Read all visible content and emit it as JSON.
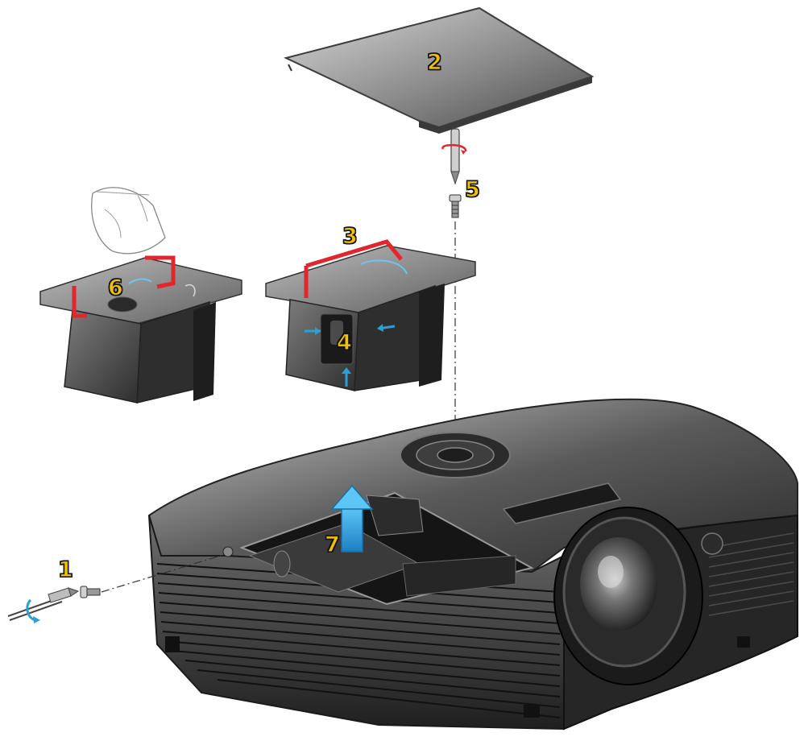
{
  "diagram": {
    "step_labels": {
      "step1": "1",
      "step2": "2",
      "step3": "3",
      "step4": "4",
      "step5": "5",
      "step6": "6",
      "step7": "7"
    },
    "colors": {
      "label_fill": "#f2c200",
      "label_outline": "#1b1b1b",
      "handle_red": "#e3262c",
      "arrow_blue": "#2a9fd8",
      "body_dark": "#3a3a3a",
      "body_light": "#8a8a8a"
    },
    "icons": [
      "screwdriver-icon",
      "screw-icon",
      "rotation-arrow-icon",
      "lift-arrow-icon",
      "push-arrow-icon"
    ]
  }
}
